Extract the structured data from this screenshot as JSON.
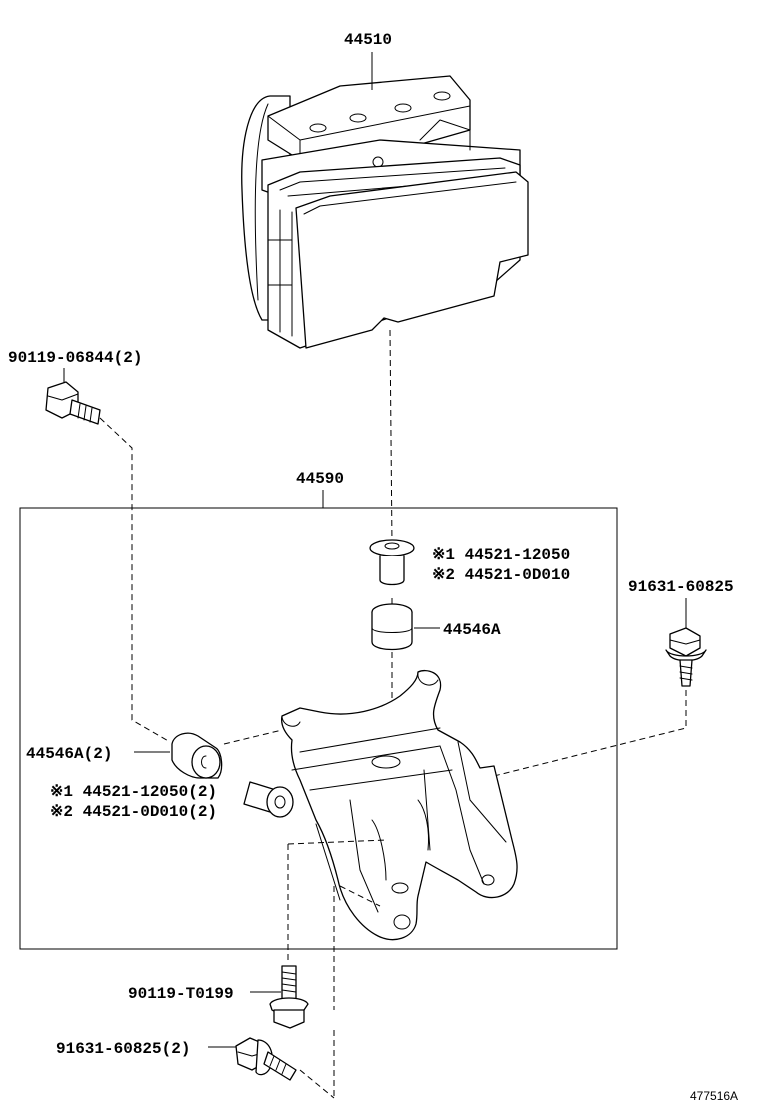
{
  "labels": {
    "abs_actuator": "44510",
    "bracket_assy": "44590",
    "bolt_left_top": "90119-06844(2)",
    "collar_top_note1": "※1 44521-12050",
    "collar_top_note2": "※2 44521-0D010",
    "cushion_top": "44546A",
    "bolt_right": "91631-60825",
    "cushion_left": "44546A(2)",
    "collar_left_note1": "※1 44521-12050(2)",
    "collar_left_note2": "※2 44521-0D010(2)",
    "bolt_bottom_1": "90119-T0199",
    "bolt_bottom_2": "91631-60825(2)",
    "illustration_code": "477516A"
  }
}
